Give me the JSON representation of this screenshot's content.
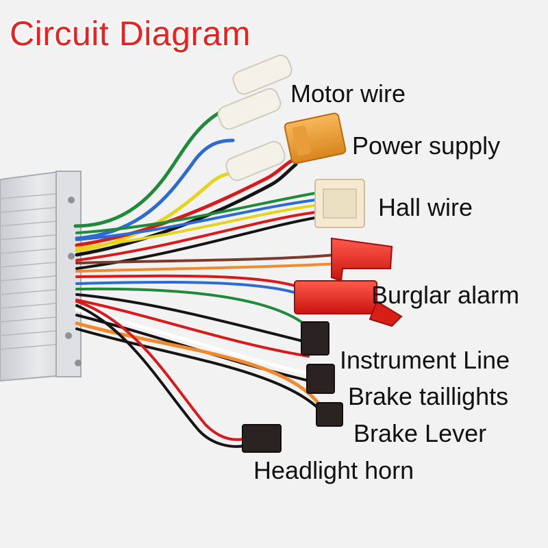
{
  "title": "Circuit Diagram",
  "labels": {
    "motor_wire": "Motor wire",
    "power_supply": "Power supply",
    "hall_wire": "Hall wire",
    "burglar_alarm": "Burglar alarm",
    "instrument_line": "Instrument Line",
    "brake_taillights": "Brake taillights",
    "brake_lever": "Brake Lever",
    "headlight_horn": "Headlight horn"
  },
  "colors": {
    "title": "#e8231f",
    "background": "#f2f2f2",
    "housing": "#d9dadc",
    "red_connector": "#e8231f",
    "yellow_connector": "#f3a63a",
    "black_connector": "#2b2222"
  }
}
